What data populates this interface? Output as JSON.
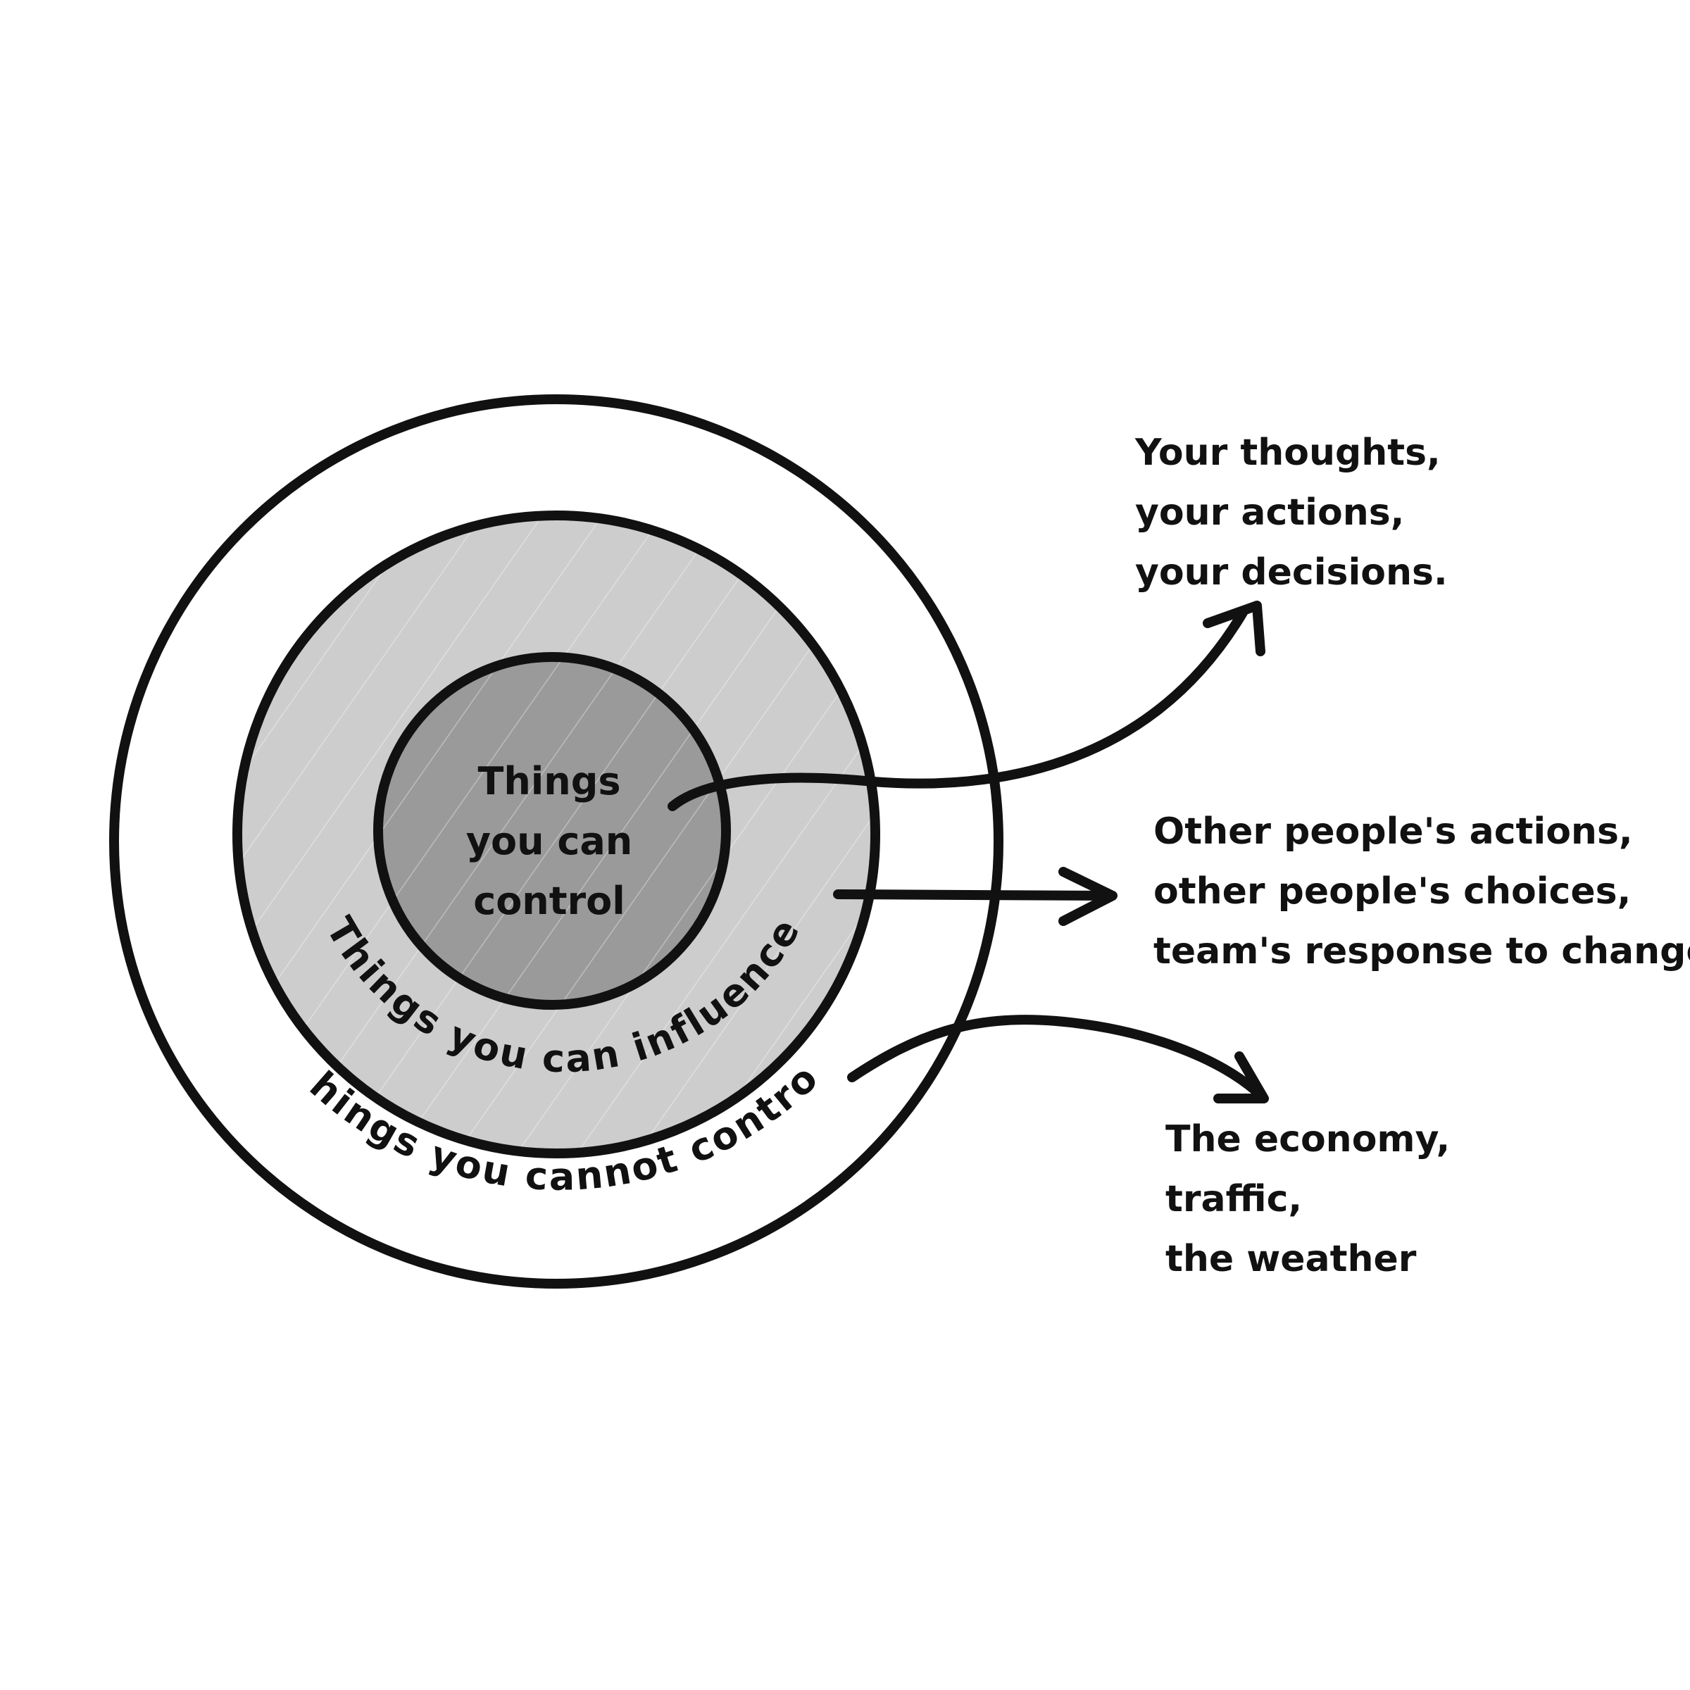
{
  "diagram": {
    "colors": {
      "ink": "#111111",
      "background": "#ffffff",
      "outer_ring": "#ffffff",
      "middle_ring": "#cdcdcd",
      "inner_circle": "#9a9a9a"
    },
    "inner": {
      "lines": [
        "Things",
        "you can",
        "control"
      ]
    },
    "middle": {
      "label": "Things you can influence"
    },
    "outer": {
      "label": "Things you cannot control"
    },
    "notes": {
      "control": [
        "Your thoughts,",
        "your actions,",
        "your decisions."
      ],
      "influence": [
        "Other people's actions,",
        "other people's choices,",
        "team's response to change"
      ],
      "cannot_control": [
        "The economy,",
        "traffic,",
        "the weather"
      ]
    }
  }
}
